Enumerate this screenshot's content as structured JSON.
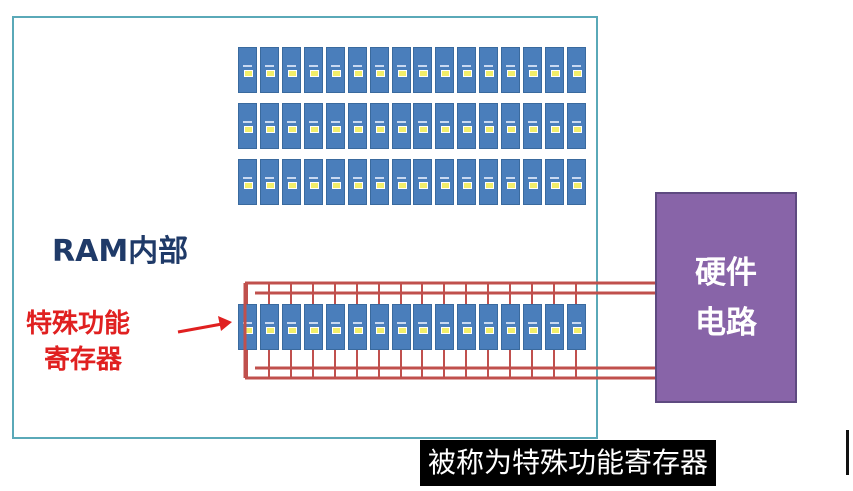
{
  "ram_label": "RAM内部",
  "sfr_label_line1": "特殊功能",
  "sfr_label_line2": "寄存器",
  "hardware": {
    "line1": "硬件",
    "line2": "电路"
  },
  "caption": "被称为特殊功能寄存器",
  "colors": {
    "cell": "#4a7ebb",
    "wire": "#c0504d",
    "hardware": "#8864a8",
    "border": "#5aa9b8",
    "arrow": "#e02020"
  }
}
